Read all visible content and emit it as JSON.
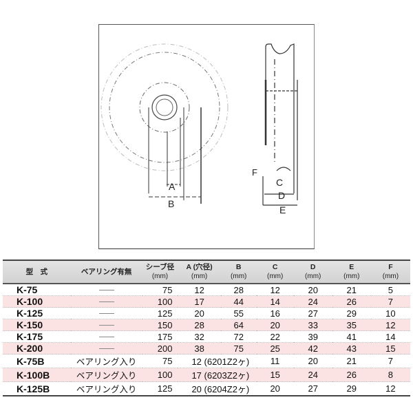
{
  "drawing": {
    "labels": {
      "A": "A",
      "B": "B",
      "C": "C",
      "D": "D",
      "E": "E",
      "F": "F"
    }
  },
  "table": {
    "headers": [
      {
        "label": "型　式",
        "unit": ""
      },
      {
        "label": "ベアリング有無",
        "unit": ""
      },
      {
        "label": "シーブ径",
        "unit": "(mm)"
      },
      {
        "label": "A (穴径)",
        "unit": "(mm)"
      },
      {
        "label": "B",
        "unit": "(mm)"
      },
      {
        "label": "C",
        "unit": "(mm)"
      },
      {
        "label": "D",
        "unit": "(mm)"
      },
      {
        "label": "E",
        "unit": "(mm)"
      },
      {
        "label": "F",
        "unit": "(mm)"
      }
    ],
    "rows": [
      {
        "model": "K-75",
        "bearing": "",
        "sheave": "75",
        "a": "12",
        "b": "28",
        "c": "12",
        "d": "20",
        "e": "21",
        "f": "5"
      },
      {
        "model": "K-100",
        "bearing": "",
        "sheave": "100",
        "a": "17",
        "b": "44",
        "c": "14",
        "d": "24",
        "e": "26",
        "f": "7"
      },
      {
        "model": "K-125",
        "bearing": "",
        "sheave": "125",
        "a": "20",
        "b": "55",
        "c": "16",
        "d": "27",
        "e": "29",
        "f": "10"
      },
      {
        "model": "K-150",
        "bearing": "",
        "sheave": "150",
        "a": "28",
        "b": "64",
        "c": "20",
        "d": "33",
        "e": "35",
        "f": "12"
      },
      {
        "model": "K-175",
        "bearing": "",
        "sheave": "175",
        "a": "32",
        "b": "72",
        "c": "22",
        "d": "39",
        "e": "41",
        "f": "14"
      },
      {
        "model": "K-200",
        "bearing": "",
        "sheave": "200",
        "a": "38",
        "b": "75",
        "c": "25",
        "d": "42",
        "e": "43",
        "f": "15"
      },
      {
        "model": "K-75B",
        "bearing": "ベアリング入り",
        "sheave": "75",
        "a": "12 (6201Z2ヶ)",
        "b": "",
        "c": "11",
        "d": "20",
        "e": "21",
        "f": "7"
      },
      {
        "model": "K-100B",
        "bearing": "ベアリング入り",
        "sheave": "100",
        "a": "17 (6203Z2ヶ)",
        "b": "",
        "c": "15",
        "d": "24",
        "e": "26",
        "f": "8"
      },
      {
        "model": "K-125B",
        "bearing": "ベアリング入り",
        "sheave": "125",
        "a": "20 (6204Z2ヶ)",
        "b": "",
        "c": "20",
        "d": "27",
        "e": "29",
        "f": "12"
      }
    ]
  }
}
